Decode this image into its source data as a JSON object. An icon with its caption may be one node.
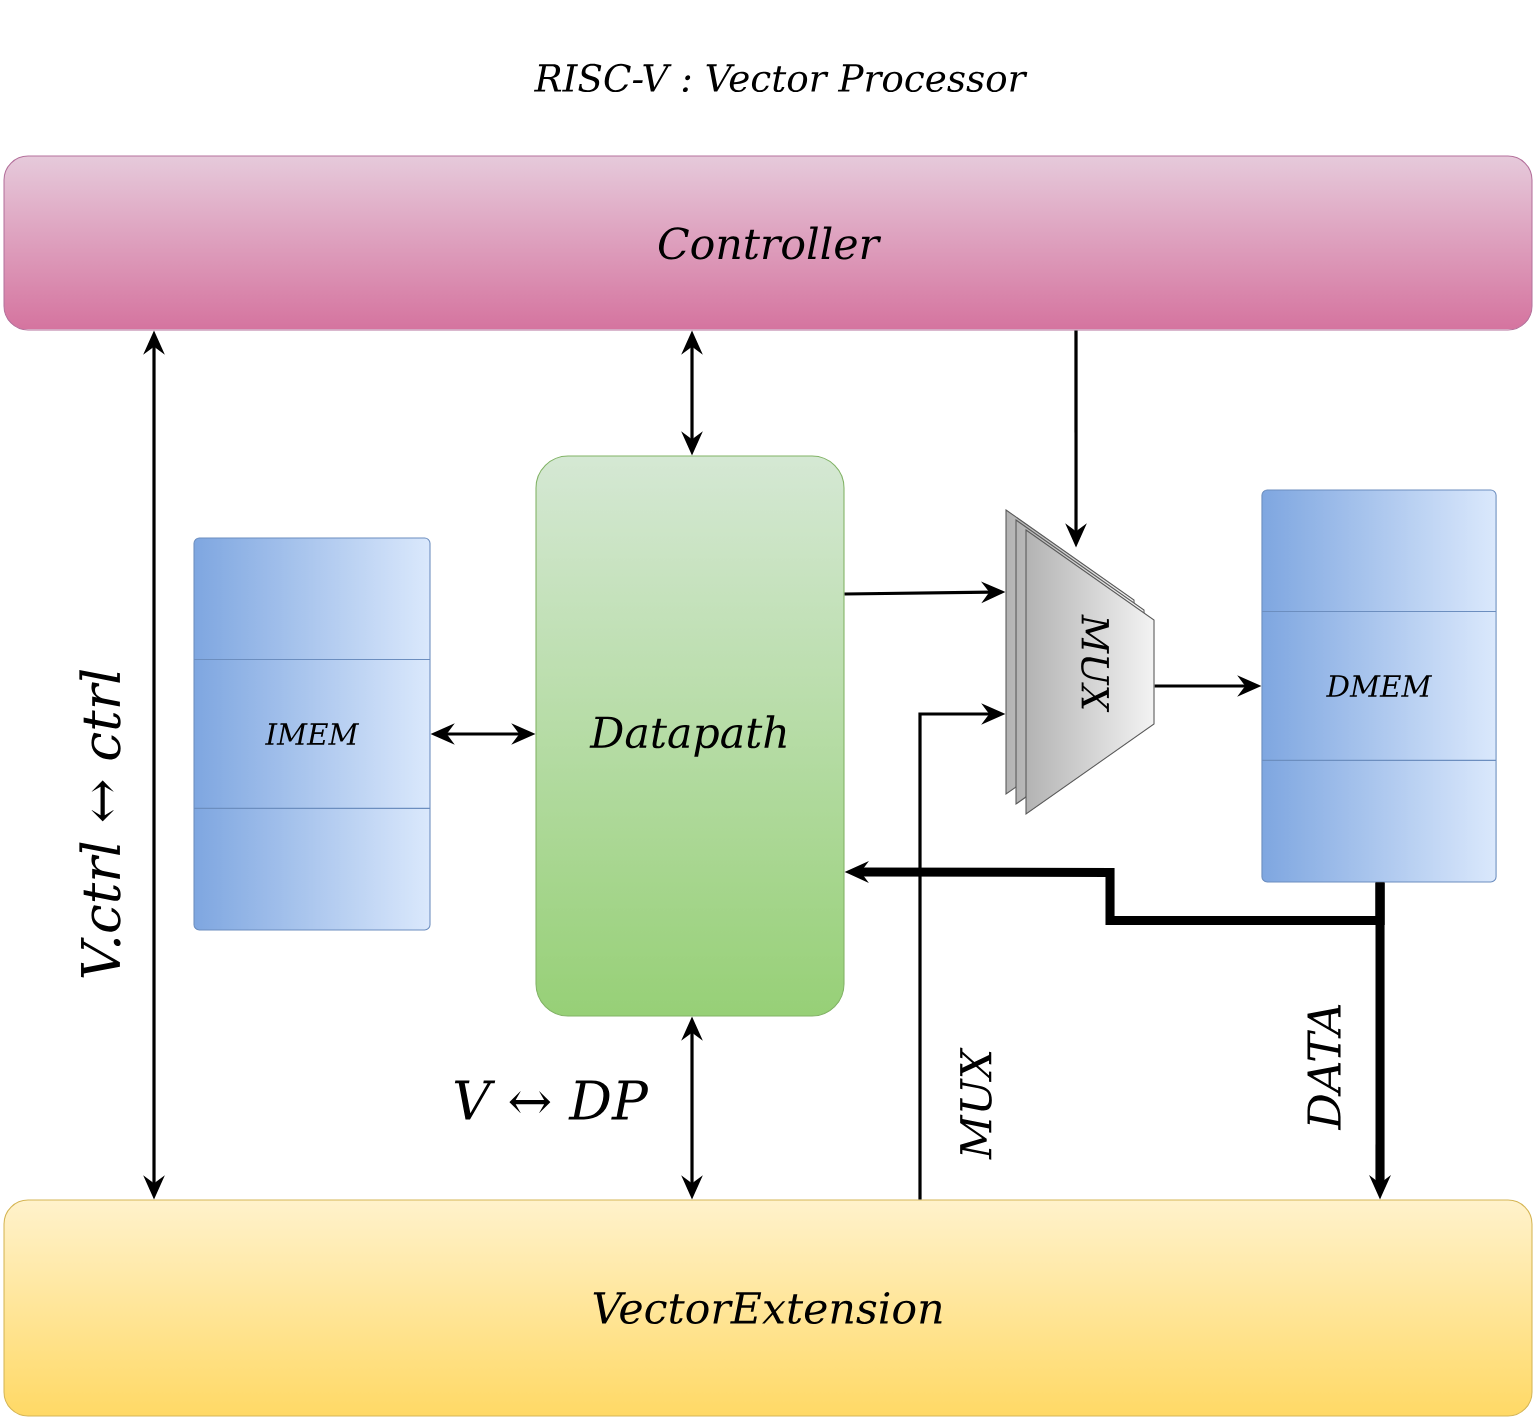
{
  "diagram": {
    "title": "RISC-V : Vector Processor",
    "nodes": [
      {
        "text": [
          "Controller"
        ]
      },
      {
        "text": [
          "IMEM"
        ]
      },
      {
        "text": [
          "Datapath"
        ]
      },
      {
        "text": [
          "MUX"
        ]
      },
      {
        "text": [
          "DMEM"
        ]
      },
      {
        "text": [
          "VectorExtension"
        ]
      }
    ],
    "edges": [
      {
        "from": 0,
        "to": 5,
        "arrow": "both",
        "label": "V.ctrl ↔ ctrl"
      },
      {
        "from": 0,
        "to": 2,
        "arrow": "both"
      },
      {
        "from": 0,
        "to": 3,
        "arrow": "to"
      },
      {
        "from": 1,
        "to": 2,
        "arrow": "both"
      },
      {
        "from": 2,
        "to": 3,
        "arrow": "to"
      },
      {
        "from": 5,
        "to": 3,
        "arrow": "to",
        "label": "MUX"
      },
      {
        "from": 3,
        "to": 4,
        "arrow": "to"
      },
      {
        "from": 4,
        "to": 2,
        "arrow": "to",
        "style": "thick"
      },
      {
        "from": 4,
        "to": 5,
        "arrow": "to",
        "style": "thick",
        "label": "DATA"
      },
      {
        "from": 2,
        "to": 5,
        "arrow": "both",
        "label": "V ↔ DP"
      }
    ]
  }
}
